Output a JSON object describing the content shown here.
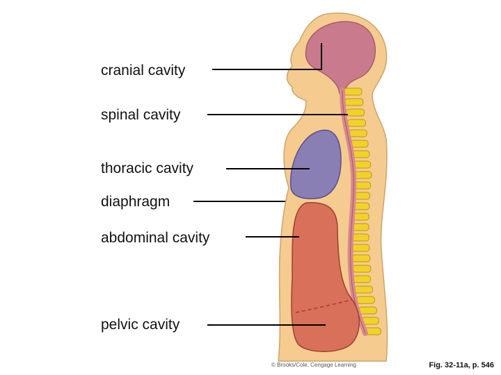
{
  "labels": {
    "cranial": "cranial cavity",
    "spinal": "spinal cavity",
    "thoracic": "thoracic cavity",
    "diaphragm": "diaphragm",
    "abdominal": "abdominal cavity",
    "pelvic": "pelvic cavity"
  },
  "credit": "© Brooks/Cole, Cengage Learning",
  "figure_ref": "Fig. 32-11a, p. 546",
  "colors": {
    "body": "#f5cb8f",
    "body_outline": "#c9a56c",
    "cranial": "#c97a8c",
    "spinal_cord": "#d98a8e",
    "vertebra": "#f2d22a",
    "thoracic": "#8a7fb4",
    "abdominal": "#d9705a",
    "leader": "#000000"
  }
}
